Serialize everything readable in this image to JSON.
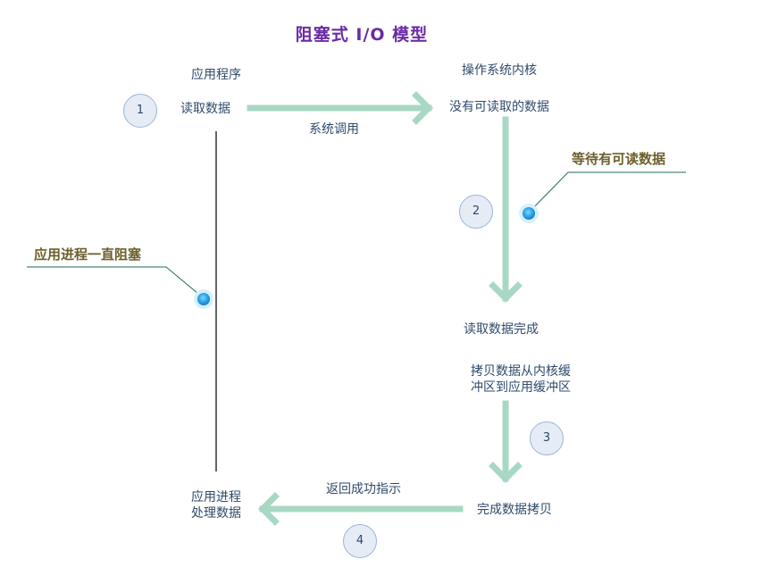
{
  "title": "阻塞式 I/O 模型",
  "labels": {
    "app_program": "应用程序",
    "read_data": "读取数据",
    "syscall": "系统调用",
    "os_kernel": "操作系统内核",
    "no_data": "没有可读取的数据",
    "wait_note": "等待有可读数据",
    "blocked_note": "应用进程一直阻塞",
    "read_done": "读取数据完成",
    "copy_line1": "拷贝数据从内核缓",
    "copy_line2": "冲区到应用缓冲区",
    "copy_done": "完成数据拷贝",
    "return_ok": "返回成功指示",
    "app_line1": "应用进程",
    "app_line2": "处理数据"
  },
  "steps": [
    "1",
    "2",
    "3",
    "4"
  ],
  "colors": {
    "arrow": "#a8d8c4",
    "title": "#6a2aa4",
    "text": "#2f4a6b",
    "note": "#6b5f2a",
    "leader": "#1e6b5a",
    "dot": "#3ab0ee"
  }
}
